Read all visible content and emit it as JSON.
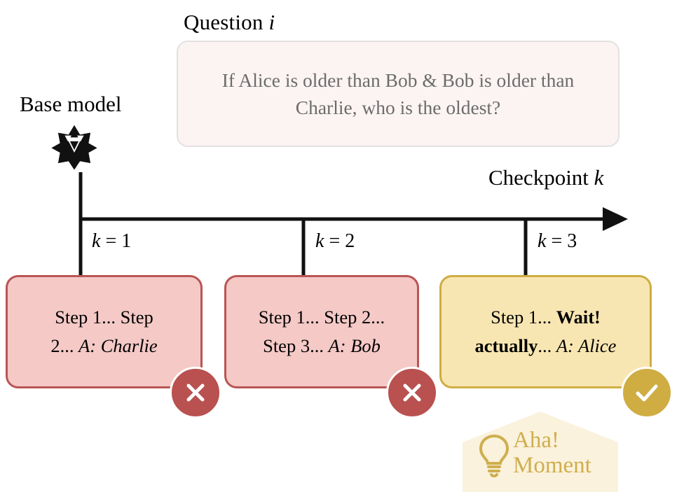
{
  "question": {
    "title_prefix": "Question ",
    "title_var": "i",
    "text": "If Alice is older than Bob & Bob is older than Charlie, who is the oldest?",
    "box_bg": "#fbf4f3",
    "box_border": "#e4e1e1",
    "text_color": "#6c6c6c"
  },
  "base_model": {
    "label": "Base model",
    "logo_icon": "qwen-star-logo-icon"
  },
  "timeline": {
    "axis_label_prefix": "Checkpoint ",
    "axis_label_var": "k",
    "arrow_icon": "right-arrow-icon",
    "ticks": [
      {
        "label_prefix": "k",
        "label_eq": " = ",
        "label_value": "1"
      },
      {
        "label_prefix": "k",
        "label_eq": " = ",
        "label_value": "2"
      },
      {
        "label_prefix": "k",
        "label_eq": " = ",
        "label_value": "3"
      }
    ]
  },
  "traces": [
    {
      "checkpoint": "k = 1",
      "line1_plain": "Step 1... Step",
      "line2_plain": "2... ",
      "line2_italic": "A: Charlie",
      "status": "incorrect",
      "badge_icon": "cross-icon",
      "fill": "#f4c9c6",
      "border": "#b85653",
      "badge_color": "#b8514f"
    },
    {
      "checkpoint": "k = 2",
      "line1_plain": "Step 1... Step 2...",
      "line2_plain": "Step 3... ",
      "line2_italic": "A: Bob",
      "status": "incorrect",
      "badge_icon": "cross-icon",
      "fill": "#f4c9c6",
      "border": "#b85653",
      "badge_color": "#b8514f"
    },
    {
      "checkpoint": "k = 3",
      "line1_plain": "Step 1... ",
      "line1_bold": "Wait!",
      "line2_bold": "actually",
      "line2_plain": "... ",
      "line2_italic": "A: Alice",
      "status": "correct",
      "badge_icon": "check-icon",
      "fill": "#f8e6b2",
      "border": "#cfad43",
      "badge_color": "#cfad43"
    }
  ],
  "aha_moment": {
    "line1": "Aha!",
    "line2": "Moment",
    "icon": "lightbulb-icon",
    "banner_fill": "#faf2dc",
    "text_color": "#cfae4f"
  }
}
